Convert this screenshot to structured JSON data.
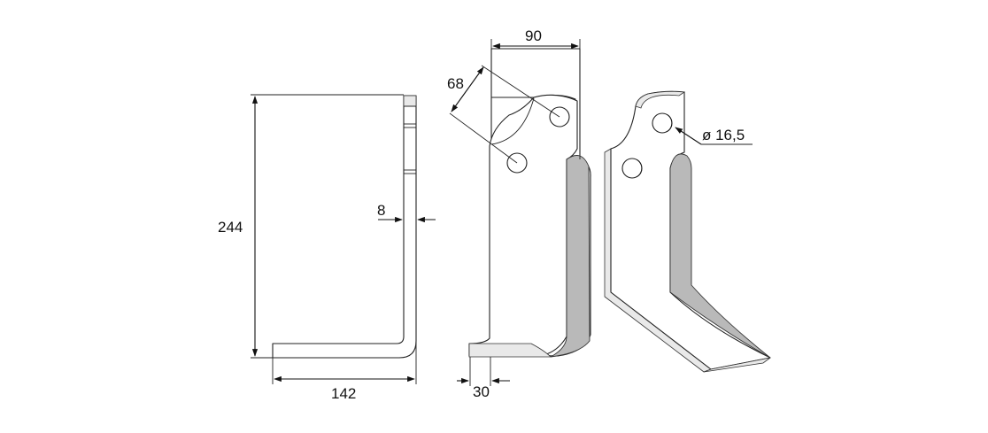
{
  "dimensions": {
    "height": "244",
    "base_length": "142",
    "thickness": "8",
    "width": "90",
    "hole_spacing": "68",
    "offset": "30",
    "hole_diameter": "ø 16,5"
  }
}
